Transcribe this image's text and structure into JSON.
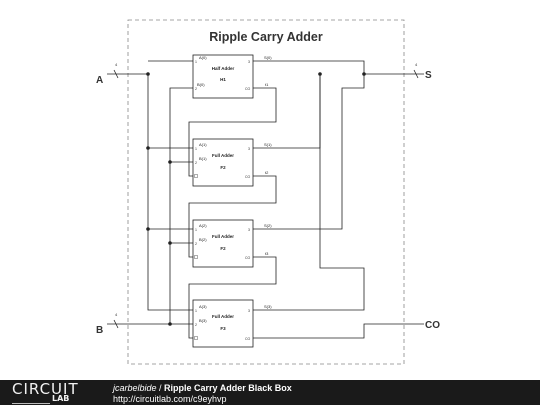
{
  "diagram": {
    "title": "Ripple Carry Adder",
    "ports": {
      "a": "A",
      "b": "B",
      "s": "S",
      "co": "CO"
    },
    "bus_width": "4",
    "blocks": [
      {
        "type": "Half Adder",
        "ref": "H1",
        "in_a": "A(0)",
        "in_b": "B(0)",
        "out_s": "S(0)",
        "carry": "t1"
      },
      {
        "type": "Full Adder",
        "ref": "F2",
        "in_a": "A(1)",
        "in_b": "B(1)",
        "out_s": "S(1)",
        "carry": "t2"
      },
      {
        "type": "Full Adder",
        "ref": "F2",
        "in_a": "A(2)",
        "in_b": "B(2)",
        "out_s": "S(2)",
        "carry": "t3"
      },
      {
        "type": "Full Adder",
        "ref": "F3",
        "in_a": "A(3)",
        "in_b": "B(3)",
        "out_s": "S(3)",
        "carry": ""
      }
    ],
    "pin_numbers": {
      "one": "1",
      "two": "2",
      "three": "3"
    },
    "pin_co": "CO",
    "pin_ci": "CI"
  },
  "footer": {
    "logo_top": "CIRCUIT",
    "logo_bottom": "LAB",
    "author": "jcarbelbide",
    "separator": " / ",
    "title": "Ripple Carry Adder Black Box",
    "url": "http://circuitlab.com/c9eyhvp"
  },
  "colors": {
    "wire": "#222222",
    "border": "#888888",
    "footer_bg": "#1a1a1a"
  }
}
